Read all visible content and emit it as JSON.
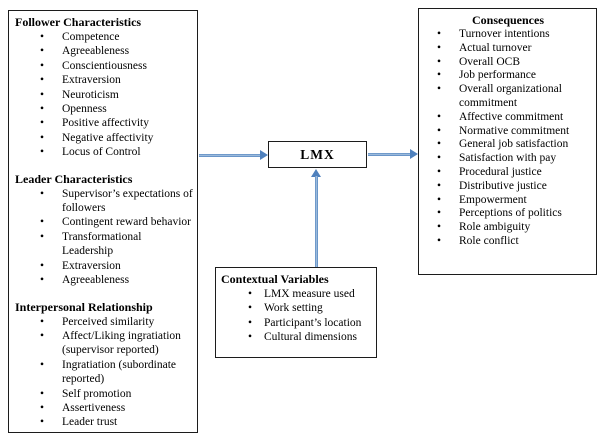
{
  "colors": {
    "arrow_blue": "#4F81BD",
    "arrow_blue_light": "#A9C4E2",
    "box_border": "#1c1c1c",
    "text": "#000000",
    "background": "#ffffff"
  },
  "antecedents_box": {
    "sections": [
      {
        "title": "Follower Characteristics",
        "items": [
          "Competence",
          "Agreeableness",
          "Conscientiousness",
          "Extraversion",
          "Neuroticism",
          "Openness",
          "Positive affectivity",
          "Negative affectivity",
          "Locus of Control"
        ]
      },
      {
        "title": "Leader Characteristics",
        "items": [
          "Supervisor’s expectations of followers",
          "Contingent reward behavior",
          "Transformational Leadership",
          "Extraversion",
          "Agreeableness"
        ]
      },
      {
        "title": "Interpersonal Relationship",
        "items": [
          "Perceived similarity",
          "Affect/Liking ingratiation (supervisor reported)",
          "Ingratiation (subordinate reported)",
          "Self promotion",
          "Assertiveness",
          "Leader trust"
        ]
      }
    ]
  },
  "lmx_box": {
    "label": "LMX"
  },
  "contextual_box": {
    "title": "Contextual Variables",
    "items": [
      "LMX measure used",
      "Work setting",
      "Participant’s location",
      "Cultural dimensions"
    ]
  },
  "consequences_box": {
    "title": "Consequences",
    "items": [
      "Turnover intentions",
      "Actual turnover",
      "Overall OCB",
      "Job performance",
      "Overall organizational commitment",
      "Affective commitment",
      "Normative commitment",
      "General job satisfaction",
      "Satisfaction with pay",
      "Procedural justice",
      "Distributive justice",
      "Empowerment",
      "Perceptions of politics",
      "Role ambiguity",
      "Role conflict"
    ]
  },
  "connections": [
    {
      "from": "antecedents-box",
      "to": "lmx-box",
      "direction": "right"
    },
    {
      "from": "lmx-box",
      "to": "consequences-box",
      "direction": "right"
    },
    {
      "from": "contextual-variables-box",
      "to": "lmx-box",
      "direction": "up"
    }
  ]
}
